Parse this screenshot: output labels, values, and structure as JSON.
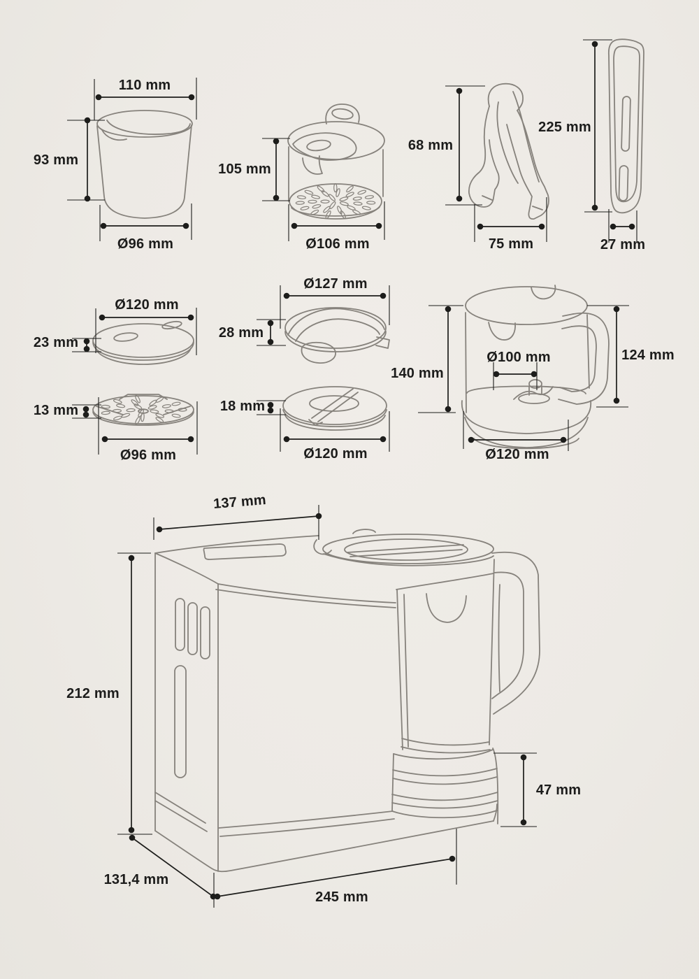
{
  "colors": {
    "background": "#edeae5",
    "artwork_line": "#86827c",
    "dimension_line": "#1d1d1b"
  },
  "parts": {
    "measuring_cup": {
      "top_width": "110 mm",
      "height": "93 mm",
      "base_diameter": "Ø96 mm"
    },
    "steam_basket": {
      "height": "105 mm",
      "diameter": "Ø106 mm"
    },
    "tongs": {
      "height": "68 mm",
      "width": "75 mm"
    },
    "spatula": {
      "length": "225 mm",
      "width": "27 mm"
    },
    "lid": {
      "diameter": "Ø120 mm",
      "height": "23 mm"
    },
    "strainer_disc": {
      "height": "13 mm",
      "diameter": "Ø96 mm"
    },
    "handle_lid": {
      "diameter": "Ø127 mm",
      "height": "28 mm"
    },
    "blade_disc": {
      "height": "18 mm",
      "diameter": "Ø120 mm"
    },
    "jug": {
      "height": "140 mm",
      "inner_diameter": "Ø100 mm",
      "handle_height": "124 mm",
      "base_diameter": "Ø120 mm"
    },
    "main_unit": {
      "top_width": "137 mm",
      "height": "212 mm",
      "depth": "131,4 mm",
      "width": "245 mm",
      "base_height": "47 mm"
    }
  }
}
